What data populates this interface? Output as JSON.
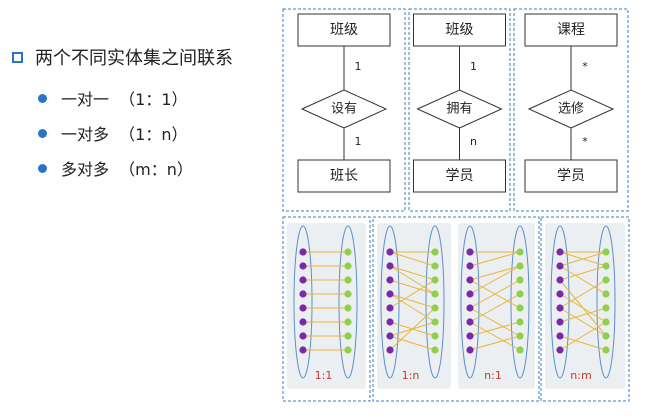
{
  "heading": "两个不同实体集之间联系",
  "bullets": [
    "一对一  （1：1）",
    "一对多  （1：n）",
    "多对多  （m：n）"
  ],
  "colors": {
    "accent": "#2a74c4",
    "dashed": "#3a7ec0",
    "purple": "#7a2aa8",
    "green": "#8ed04c",
    "link": "#e8b63a",
    "ratio_label": "#c0392b"
  },
  "er": [
    {
      "top": "班级",
      "rel": "设有",
      "bottom": "班长",
      "card_top": "1",
      "card_bottom": "1"
    },
    {
      "top": "班级",
      "rel": "拥有",
      "bottom": "学员",
      "card_top": "1",
      "card_bottom": "n"
    },
    {
      "top": "课程",
      "rel": "选修",
      "bottom": "学员",
      "card_top": "*",
      "card_bottom": "*"
    }
  ],
  "mapping_labels": [
    "1:1",
    "1:n",
    "n:1",
    "n:m"
  ]
}
